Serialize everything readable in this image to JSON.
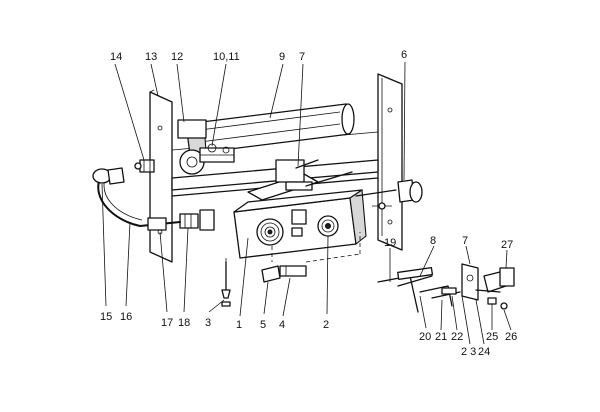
{
  "callouts": [
    {
      "id": "c1",
      "text": "1"
    },
    {
      "id": "c2",
      "text": "2"
    },
    {
      "id": "c3",
      "text": "3"
    },
    {
      "id": "c4",
      "text": "4"
    },
    {
      "id": "c5",
      "text": "5"
    },
    {
      "id": "c6",
      "text": "6"
    },
    {
      "id": "c7a",
      "text": "7"
    },
    {
      "id": "c7b",
      "text": "7"
    },
    {
      "id": "c8",
      "text": "8"
    },
    {
      "id": "c9",
      "text": "9"
    },
    {
      "id": "c1011",
      "text": "10,11"
    },
    {
      "id": "c12",
      "text": "12"
    },
    {
      "id": "c13",
      "text": "13"
    },
    {
      "id": "c14",
      "text": "14"
    },
    {
      "id": "c15",
      "text": "15"
    },
    {
      "id": "c16",
      "text": "16"
    },
    {
      "id": "c17",
      "text": "17"
    },
    {
      "id": "c18",
      "text": "18"
    },
    {
      "id": "c19",
      "text": "19"
    },
    {
      "id": "c20",
      "text": "20"
    },
    {
      "id": "c21",
      "text": "21"
    },
    {
      "id": "c22",
      "text": "22"
    },
    {
      "id": "c23",
      "text": "2 3"
    },
    {
      "id": "c24",
      "text": "24"
    },
    {
      "id": "c25",
      "text": "25"
    },
    {
      "id": "c26",
      "text": "26"
    },
    {
      "id": "c27",
      "text": "27"
    }
  ]
}
